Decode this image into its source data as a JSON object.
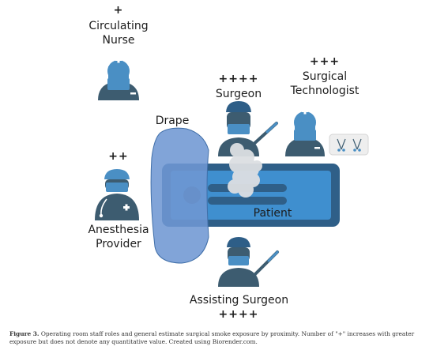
{
  "roles": {
    "circulating_nurse": {
      "exposure": "+",
      "label_line1": "Circulating",
      "label_line2": "Nurse"
    },
    "surgeon": {
      "exposure": "++++",
      "label": "Surgeon"
    },
    "surgical_technologist": {
      "exposure": "+++",
      "label_line1": "Surgical",
      "label_line2": "Technologist"
    },
    "anesthesia_provider": {
      "exposure": "++",
      "label_line1": "Anesthesia",
      "label_line2": "Provider"
    },
    "assisting_surgeon": {
      "exposure": "++++",
      "label": "Assisting Surgeon"
    }
  },
  "drape_label": "Drape",
  "patient_label": "Patient",
  "caption": {
    "figure_label": "Figure 3.",
    "text": "Operating room staff roles and general estimate surgical smoke exposure by proximity. Number of \"+\" increases with greater exposure but does not denote any quantitative value. Created using Biorender.com."
  },
  "colors": {
    "staff_body": "#3d5c70",
    "cap_blue": "#4a8fc4",
    "table_dark": "#2f5f88",
    "table_light": "#3f8fcf",
    "drape": "#6f97d3",
    "smoke": "#dcdfe2"
  }
}
